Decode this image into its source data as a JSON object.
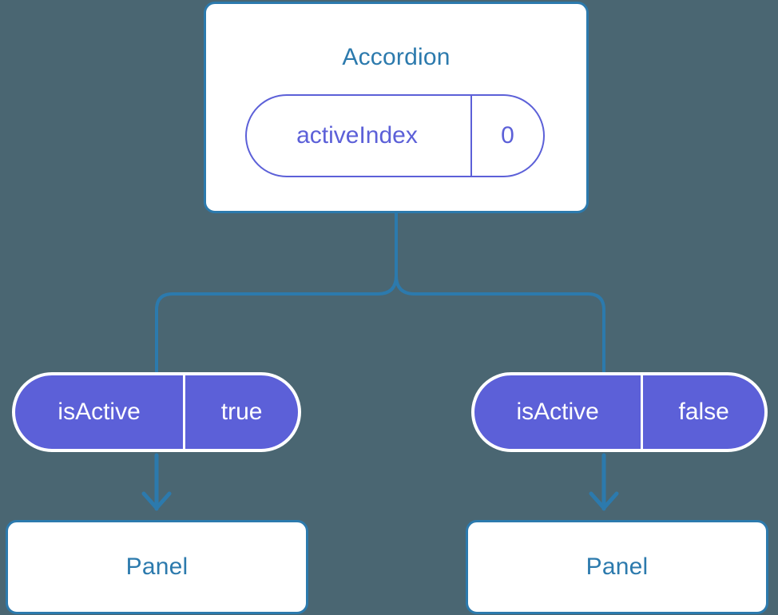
{
  "diagram": {
    "type": "component-tree",
    "background_color": "#4a6672",
    "accent_blue": "#2c7aad",
    "accent_purple": "#5c60d8",
    "surface_color": "#ffffff"
  },
  "root": {
    "title": "Accordion",
    "state": {
      "key": "activeIndex",
      "value": "0"
    }
  },
  "branches": [
    {
      "prop": {
        "key": "isActive",
        "value": "true"
      },
      "child": {
        "title": "Panel"
      }
    },
    {
      "prop": {
        "key": "isActive",
        "value": "false"
      },
      "child": {
        "title": "Panel"
      }
    }
  ],
  "connectors": {
    "tree_edge_color": "#2c7aad",
    "arrow_color": "#2c7aad",
    "arrow_head": "chevron"
  }
}
